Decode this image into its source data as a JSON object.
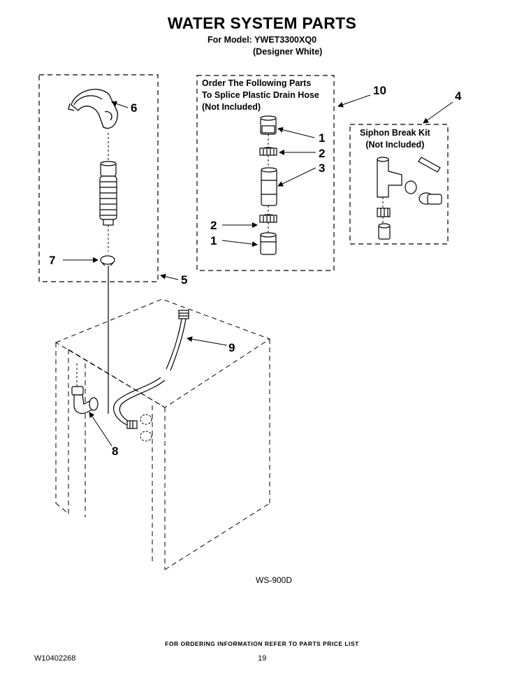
{
  "header": {
    "title": "WATER SYSTEM PARTS",
    "model_line": "For Model: YWET3300XQ0",
    "color_line": "(Designer White)"
  },
  "boxes": {
    "drain_splice": [
      "Order The Following Parts",
      "To Splice Plastic Drain Hose",
      "(Not Included)"
    ],
    "siphon_kit": [
      "Siphon Break Kit",
      "(Not Included)"
    ]
  },
  "callouts": {
    "c1_top": "1",
    "c2_top": "2",
    "c3": "3",
    "c2_bottom": "2",
    "c1_bottom": "1",
    "c4": "4",
    "c5": "5",
    "c6": "6",
    "c7": "7",
    "c8": "8",
    "c9": "9",
    "c10": "10"
  },
  "drawing_code": "WS-900D",
  "footer": {
    "ordering_info": "FOR ORDERING INFORMATION REFER TO PARTS PRICE LIST",
    "doc_number": "W10402268",
    "page_number": "19"
  }
}
